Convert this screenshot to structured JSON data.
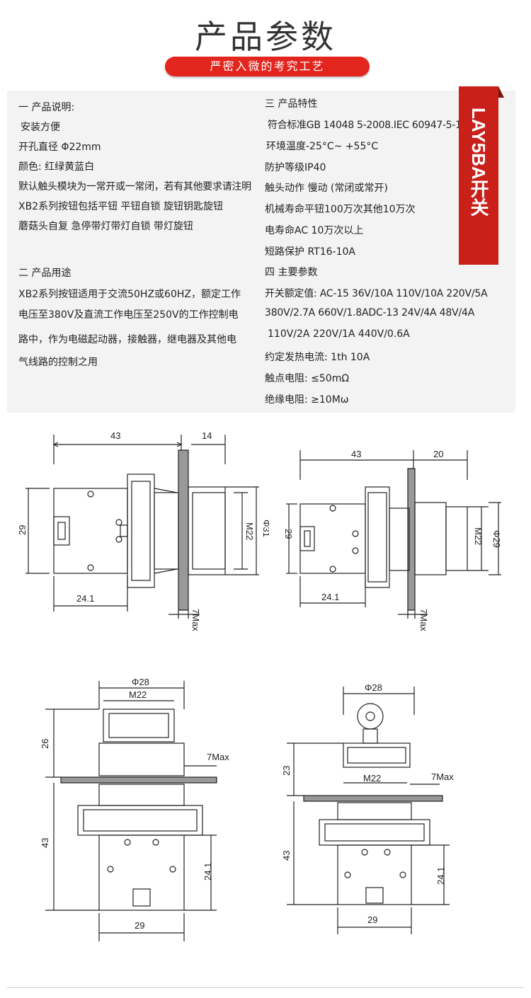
{
  "header": {
    "title": "产品参数",
    "subtitle": "严密入微的考究工艺"
  },
  "tag": {
    "text": "LAY5BA开关",
    "color": "#c9201a"
  },
  "accent_color": "#e2251d",
  "specs": {
    "left": [
      "一 产品说明:",
      "安装方便",
      "开孔直径 Φ22mm",
      "颜色: 红绿黄蓝白",
      "默认触头模块为一常开或一常闭，若有其他要求请注明",
      "XB2系列按钮包括平钮 平钮自锁 旋钮钥匙旋钮",
      "蘑菇头自复 急停带灯带灯自锁 带灯旋钮",
      "二 产品用途",
      "XB2系列按钮适用于交流50HZ或60HZ，额定工作",
      "电压至380V及直流工作电压至250V的工作控制电",
      "路中，作为电磁起动器，接触器，继电器及其他电",
      "气线路的控制之用"
    ],
    "right": [
      "三 产品特性",
      "符合标准GB 14048 5-2008.IEC 60947-5-1",
      "环境温度-25°C~ +55°C",
      "防护等级IP40",
      "触头动作 慢动 (常闭或常开)",
      "机械寿命平钮100万次其他10万次",
      "电寿命AC  10万次以上",
      "短路保护  RT16-10A",
      "四 主要参数",
      "开关额定值: AC-15  36V/10A  110V/10A  220V/5A",
      "380V/2.7A  660V/1.8ADC-13  24V/4A  48V/4A",
      "110V/2A  220V/1A  440V/0.6A",
      "约定发热电流:  1th  10A",
      "触点电阻:  ≤50mΩ",
      "绝缘电阻:  ≥10Mω"
    ]
  },
  "diagrams": {
    "d1": {
      "w43": "43",
      "w14": "14",
      "h29": "29",
      "m22": "M22",
      "d31": "Φ31",
      "w241": "24.1",
      "max7": "7Max"
    },
    "d2": {
      "w43": "43",
      "w20": "20",
      "h29": "29",
      "m22": "M22",
      "d29": "Φ29",
      "w241": "24.1",
      "max7": "7Max"
    },
    "d3": {
      "d28": "Φ28",
      "m22": "M22",
      "h26": "26",
      "max7": "7Max",
      "h43": "43",
      "h241": "24.1",
      "w29": "29"
    },
    "d4": {
      "d28": "Φ28",
      "h23": "23",
      "m22": "M22",
      "max7": "7Max",
      "h43": "43",
      "h241": "24.1",
      "w29": "29"
    }
  }
}
